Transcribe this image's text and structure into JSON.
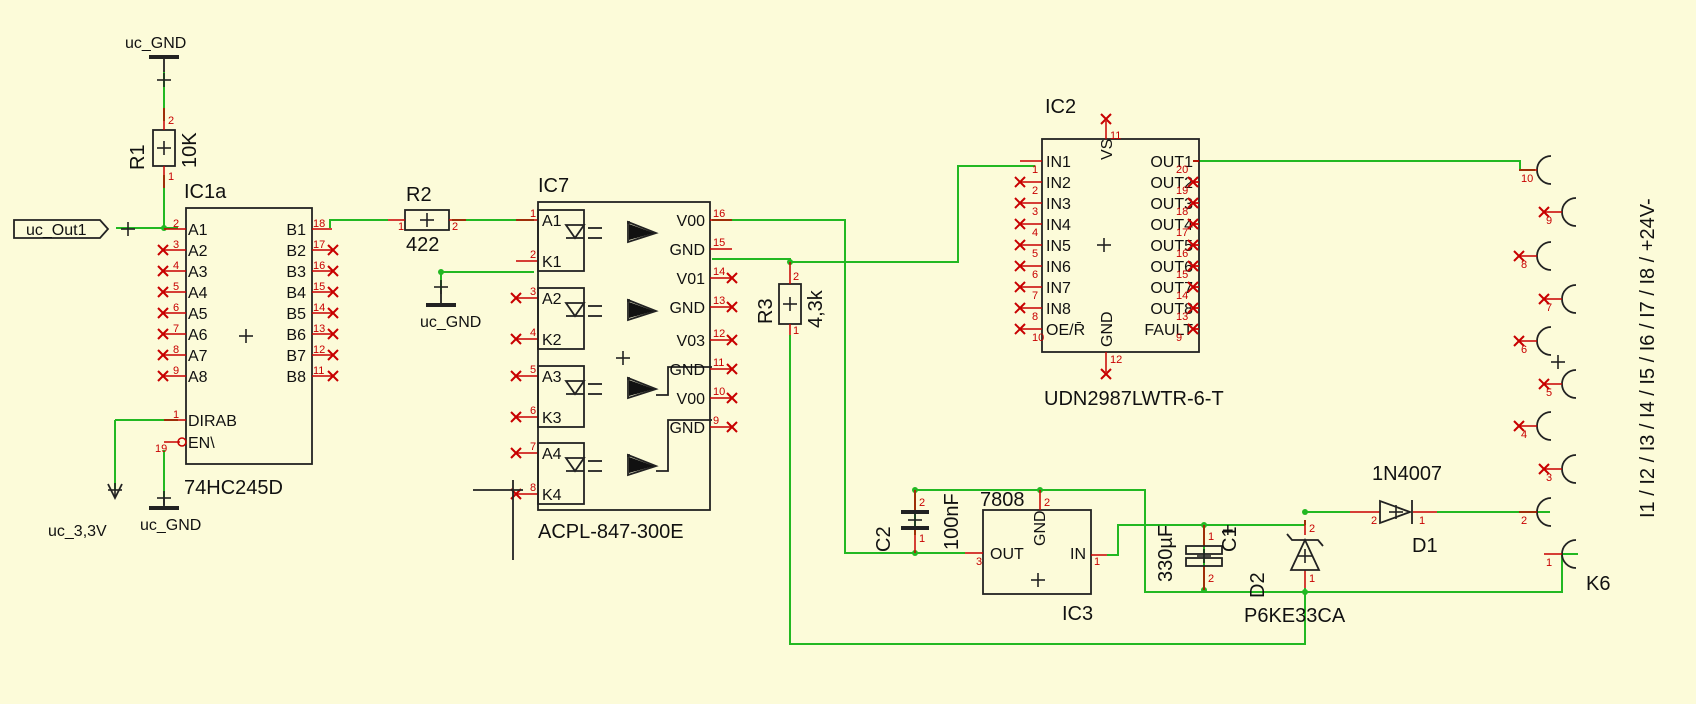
{
  "colors": {
    "background": "#fcfbd9",
    "wire": "#22b822",
    "pin": "#c80000",
    "body": "#222222"
  },
  "labels": {
    "uc_gnd_top": "uc_GND",
    "uc_out1": "uc_Out1",
    "r1_name": "R1",
    "r1_value": "10K",
    "r2_name": "R2",
    "r2_value": "422",
    "r3_name": "R3",
    "r3_value": "4,3k",
    "ic1_name": "IC1a",
    "ic1_value": "74HC245D",
    "ic7_name": "IC7",
    "ic7_value": "ACPL-847-300E",
    "ic2_name": "IC2",
    "ic2_value": "UDN2987LWTR-6-T",
    "ic3_name": "IC3",
    "ic3_value": "7808",
    "c2_name": "C2",
    "c2_value": "100nF",
    "c1_name": "C1",
    "c1_value": "330µF",
    "d1_name": "D1",
    "d1_value": "1N4007",
    "d2_name": "D2",
    "d2_value": "P6KE33CA",
    "k6_name": "K6",
    "uc_gnd_ic7": "uc_GND",
    "uc_3v3": "uc_3,3V",
    "uc_gnd_bottom": "uc_GND",
    "connector_pins": "I1 / I2 / I3 / I4 / I5 / I6 / I7 / I8 / +24V-"
  },
  "ic1_pins_left": [
    "A1",
    "A2",
    "A3",
    "A4",
    "A5",
    "A6",
    "A7",
    "A8"
  ],
  "ic1_pins_right": [
    "B1",
    "B2",
    "B3",
    "B4",
    "B5",
    "B6",
    "B7",
    "B8"
  ],
  "ic1_pins_ctrl": [
    "DIRAB",
    "EN\\"
  ],
  "ic1_pin_numbers": {
    "a": [
      "2",
      "3",
      "4",
      "5",
      "6",
      "7",
      "8",
      "9"
    ],
    "b": [
      "18",
      "17",
      "16",
      "15",
      "14",
      "13",
      "12",
      "11"
    ],
    "dirab": "1",
    "en": "19"
  },
  "ic7_pins_left": [
    "A1",
    "K1",
    "A2",
    "K2",
    "A3",
    "K3",
    "A4",
    "K4"
  ],
  "ic7_pin_numbers_left": [
    "1",
    "2",
    "3",
    "4",
    "5",
    "6",
    "7",
    "8"
  ],
  "ic7_pins_right": [
    "V00",
    "GND",
    "V01",
    "GND",
    "V03",
    "GND",
    "V00",
    "GND"
  ],
  "ic7_pin_numbers_right": [
    "16",
    "15",
    "14",
    "13",
    "12",
    "11",
    "10",
    "9"
  ],
  "ic2_pins_left": [
    "IN1",
    "IN2",
    "IN3",
    "IN4",
    "IN5",
    "IN6",
    "IN7",
    "IN8",
    "OE/R̄"
  ],
  "ic2_pin_numbers_left": [
    "1",
    "2",
    "3",
    "4",
    "5",
    "6",
    "7",
    "8",
    "10"
  ],
  "ic2_pins_right": [
    "OUT1",
    "OUT2",
    "OUT3",
    "OUT4",
    "OUT5",
    "OUT6",
    "OUT7",
    "OUT8",
    "FAULT"
  ],
  "ic2_pin_numbers_right": [
    "20",
    "19",
    "18",
    "17",
    "16",
    "15",
    "14",
    "13",
    "9"
  ],
  "ic2_pin_vs": "VS",
  "ic2_pin_vs_num": "11",
  "ic2_pin_gnd": "GND",
  "ic2_pin_gnd_num": "12",
  "ic3_pins": {
    "out": "OUT",
    "gnd": "GND",
    "in": "IN",
    "out_num": "3",
    "gnd_num": "2",
    "in_num": "1"
  },
  "passive_pin_numbers": {
    "r1": [
      "2",
      "1"
    ],
    "r2": [
      "1",
      "2"
    ],
    "r3": [
      "2",
      "1"
    ],
    "c2": [
      "2",
      "1"
    ],
    "c1": [
      "1",
      "2"
    ],
    "d1": [
      "2",
      "1"
    ],
    "d2": [
      "2",
      "1"
    ]
  },
  "c1_polarity": "+",
  "connector_pin_numbers": [
    "10",
    "9",
    "8",
    "7",
    "6",
    "5",
    "4",
    "3",
    "2",
    "1"
  ]
}
